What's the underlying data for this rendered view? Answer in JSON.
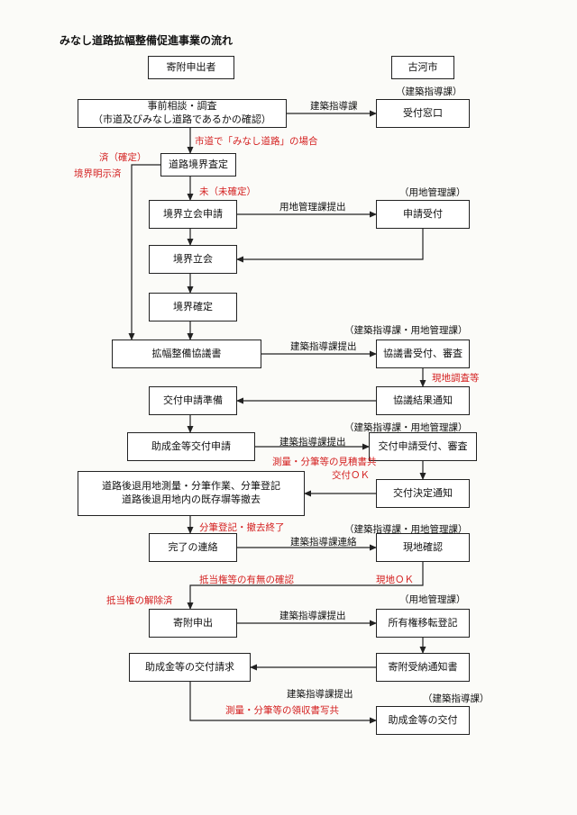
{
  "title": "みなし道路拡幅整備促進事業の流れ",
  "colors": {
    "line": "#222222",
    "note_red": "#d42020"
  },
  "headers": {
    "applicant": "寄附申出者",
    "city": "古河市"
  },
  "boxes": {
    "consult_1": "事前相談・調査",
    "consult_2": "（市道及びみなし道路であるかの確認）",
    "reception": "受付窓口",
    "road_boundary": "道路境界査定",
    "witness_apply": "境界立会申請",
    "apply_receive": "申請受付",
    "witness": "境界立会",
    "boundary_fix": "境界確定",
    "agreement": "拡幅整備協議書",
    "agreement_receive": "協議書受付、審査",
    "grant_prep": "交付申請準備",
    "result_notice": "協議結果通知",
    "grant_apply": "助成金等交付申請",
    "grant_review": "交付申請受付、審査",
    "survey_1": "道路後退用地測量・分筆作業、分筆登記",
    "survey_2": "道路後退用地内の既存塀等撤去",
    "grant_decision": "交付決定通知",
    "completion_report": "完了の連絡",
    "site_check": "現地確認",
    "donation": "寄附申出",
    "ownership_transfer": "所有権移転登記",
    "grant_request": "助成金等の交付請求",
    "donation_notice": "寄附受納通知書",
    "grant_payment": "助成金等の交付"
  },
  "labels": {
    "dept_building": "（建築指導課）",
    "to_building": "建築指導課",
    "shido_minashi": "市道で「みなし道路」の場合",
    "settled": "済（確定）",
    "boundary_clarify": "境界明示済",
    "unsettled": "未（未確定）",
    "dept_land": "（用地管理課）",
    "land_submit": "用地管理課提出",
    "dept_both": "（建築指導課・用地管理課）",
    "building_submit": "建築指導課提出",
    "site_survey": "現地調査等",
    "estimate": "測量・分筆等の見積書共",
    "grant_ok": "交付ＯＫ",
    "division_done": "分筆登記・撤去終了",
    "building_contact": "建築指導課連絡",
    "mortgage_check": "抵当権等の有無の確認",
    "site_ok": "現地ＯＫ",
    "mortgage_release": "抵当権の解除済",
    "receipt": "測量・分筆等の領収書写共"
  }
}
